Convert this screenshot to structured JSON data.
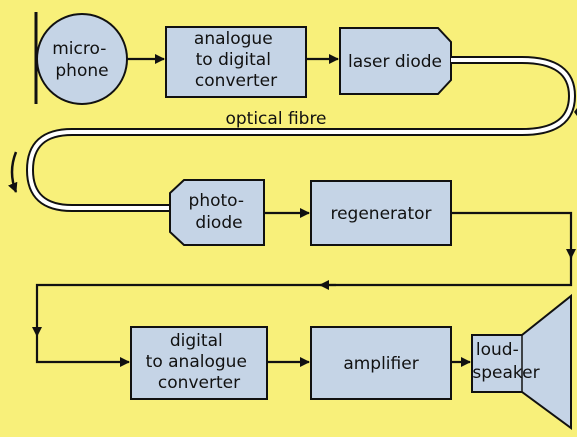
{
  "colors": {
    "background": "#f8f07a",
    "box_fill": "#c5d4e6",
    "line": "#111111"
  },
  "blocks": {
    "microphone": [
      "micro-",
      "phone"
    ],
    "adc": [
      "analogue",
      "to digital",
      "converter"
    ],
    "laser": [
      "laser diode"
    ],
    "photodiode": [
      "photo-",
      "diode"
    ],
    "regenerator": [
      "regenerator"
    ],
    "dac": [
      "digital",
      "to analogue",
      "converter"
    ],
    "amplifier": [
      "amplifier"
    ],
    "loudspeaker": [
      "loud-",
      "speaker"
    ]
  },
  "fibre_label": "optical fibre"
}
